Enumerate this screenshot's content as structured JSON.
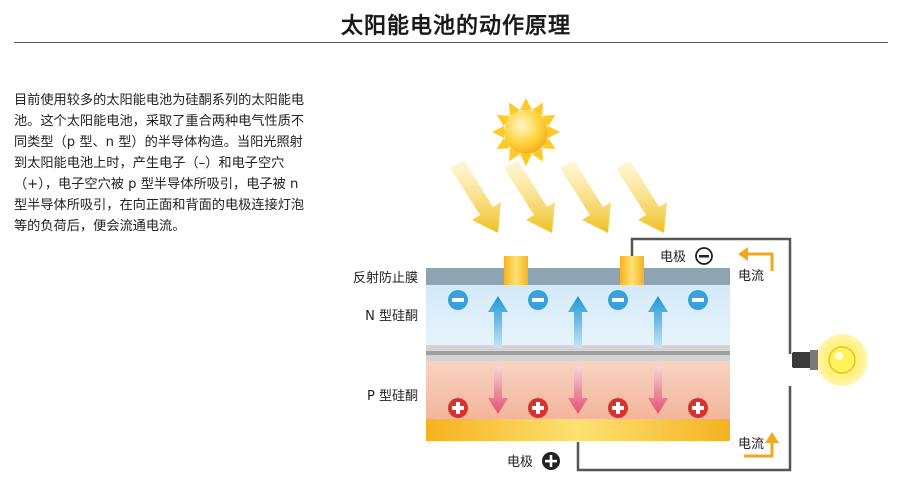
{
  "title": "太阳能电池的动作原理",
  "description": "目前使用较多的太阳能电池为硅酮系列的太阳能电池。这个太阳能电池，采取了重合两种电气性质不同类型（p 型、n 型）的半导体构造。当阳光照射到太阳能电池上时，产生电子（–）和电子空穴（+），电子空穴被 p 型半导体所吸引，电子被 n 型半导体所吸引，在向正面和背面的电极连接灯泡等的负荷后，便会流通电流。",
  "diagram": {
    "labels": {
      "anti_reflection": "反射防止膜",
      "n_type": "N 型硅酮",
      "p_type": "P 型硅酮",
      "electrode_top": "电极",
      "electrode_bottom": "电极",
      "current_top": "电流",
      "current_bottom": "电流"
    },
    "colors": {
      "sun": "#ffc928",
      "ray": "#f2c530",
      "n_layer": "#d6ecf8",
      "p_layer": "#f7c9b4",
      "electrode": "#f4bd2b",
      "electron": "#3aa0db",
      "hole": "#d9312f",
      "current_arrow": "#f0a91f"
    },
    "electron_count": 4,
    "hole_count": 4,
    "ray_count": 4
  }
}
